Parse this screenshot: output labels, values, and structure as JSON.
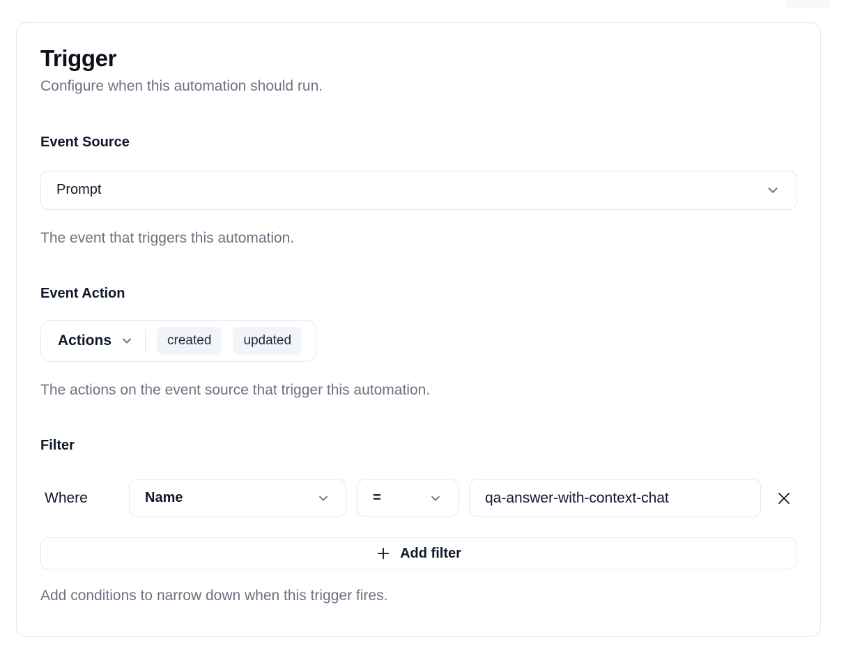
{
  "header": {
    "title": "Trigger",
    "subtitle": "Configure when this automation should run."
  },
  "event_source": {
    "label": "Event Source",
    "selected_value": "Prompt",
    "help": "The event that triggers this automation."
  },
  "event_action": {
    "label": "Event Action",
    "dropdown_label": "Actions",
    "selected_actions": [
      "created",
      "updated"
    ],
    "help": "The actions on the event source that trigger this automation."
  },
  "filter": {
    "label": "Filter",
    "where_label": "Where",
    "field_value": "Name",
    "operator_value": "=",
    "value_input": "qa-answer-with-context-chat",
    "add_filter_label": "Add filter",
    "help": "Add conditions to narrow down when this trigger fires."
  },
  "colors": {
    "border": "#e5e7eb",
    "text_primary": "#0f172a",
    "text_muted": "#6b7280",
    "chip_bg": "#f1f5f9",
    "chevron": "#64748b"
  }
}
